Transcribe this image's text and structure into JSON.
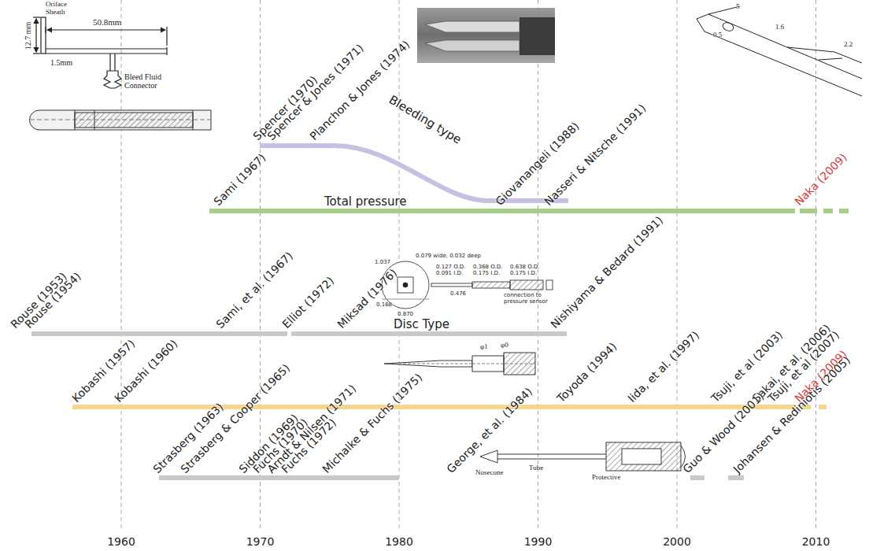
{
  "diagram": {
    "labels": [
      "Oriface",
      "Sheath",
      "50.8mm",
      "12.7 mm",
      "1.5mm",
      "Bleed Fluid Connector",
      "Spencer (1970)",
      "Spencer & Jones (1971)",
      "Planchon & Jones (1974)",
      "Bleeding type",
      "Sami (1967)",
      "Giovanangeli (1988)",
      "Nasseri & Nitsche (1991)",
      "Naka (2009)",
      "Total pressure",
      "5",
      "1.6",
      "2.2",
      "0.5",
      "Rouse (1953)",
      "Rouse (1954)",
      "Sami, et al. (1967)",
      "Elliot (1972)",
      "Miksad (1976)",
      "Nishiyama & Bedard (1991)",
      "Disc Type",
      "1.037",
      "0.079 wide, 0.032 deep",
      "0.127 O.D.",
      "0.091 I.D.",
      "0.368 O.D.",
      "0.175 I.D.",
      "0.638 O.D.",
      "0.175 I.D.",
      "0.168",
      "0.870",
      "0.476",
      "connection to pressure sensor",
      "Kobashi (1957)",
      "Kobashi (1960)",
      "Toyoda (1994)",
      "Iida, et al. (1997)",
      "Tsuji, et al (2003)",
      "Sakai, et al. (2006)",
      "Tsuji, et al (2007)",
      "Naka (2009)",
      "φ1",
      "φ0",
      "Strasberg (1963)",
      "Strasberg & Cooper (1965)",
      "Siddon (1969)",
      "Fuchs (1970)",
      "Arndt & Nilsen (1971)",
      "Fuchs (1972)",
      "Michalke & Fuchs (1975)",
      "George, et al. (1984)",
      "Guo & Wood (2001)",
      "Johansen & Rediniotis (2005)",
      "Nosecone",
      "Tube",
      "Protective",
      "1960",
      "1970",
      "1980",
      "1990",
      "2000",
      "2010"
    ]
  }
}
